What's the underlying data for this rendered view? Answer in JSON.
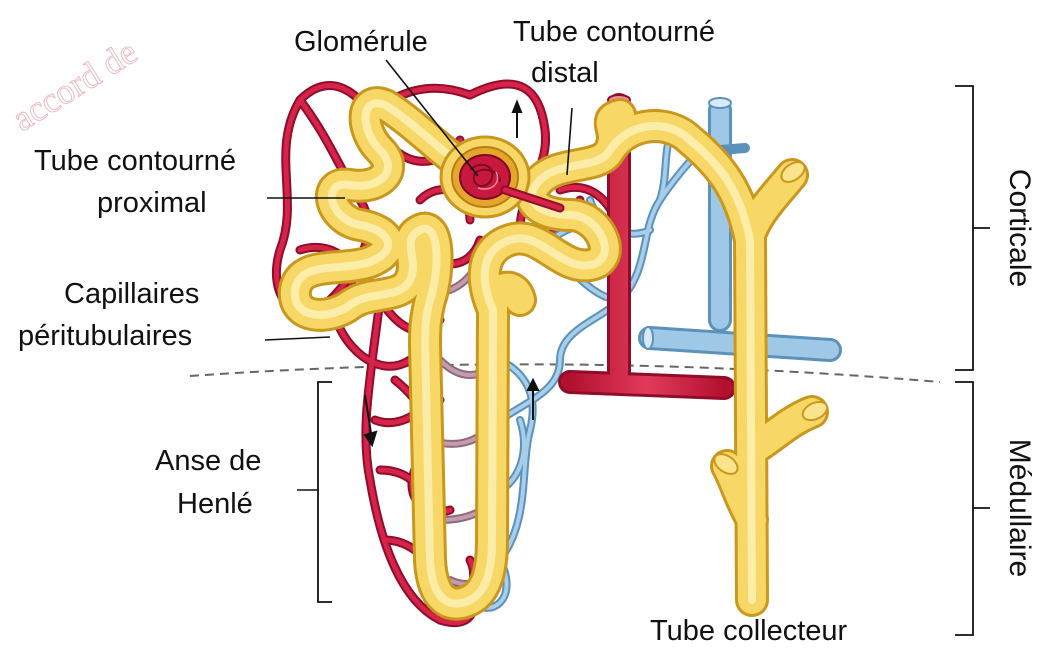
{
  "watermark": "accord de",
  "labels": {
    "glomerule": "Glomérule",
    "distal_1": "Tube contourné",
    "distal_2": "distal",
    "proximal_1": "Tube contourné",
    "proximal_2": "proximal",
    "capillaires_1": "Capillaires",
    "capillaires_2": "péritubulaires",
    "anse_1": "Anse de",
    "anse_2": "Henlé",
    "collecteur": "Tube collecteur",
    "corticale": "Corticale",
    "medullaire": "Médullaire"
  },
  "colors": {
    "tubule": "#f7d866",
    "tubule_edge": "#d9a92a",
    "artery": "#c8183e",
    "artery_edge": "#8f0d2a",
    "vein": "#8fbfe0",
    "vein_edge": "#5b92bb",
    "mixed_vessel": "#b08ba0"
  }
}
